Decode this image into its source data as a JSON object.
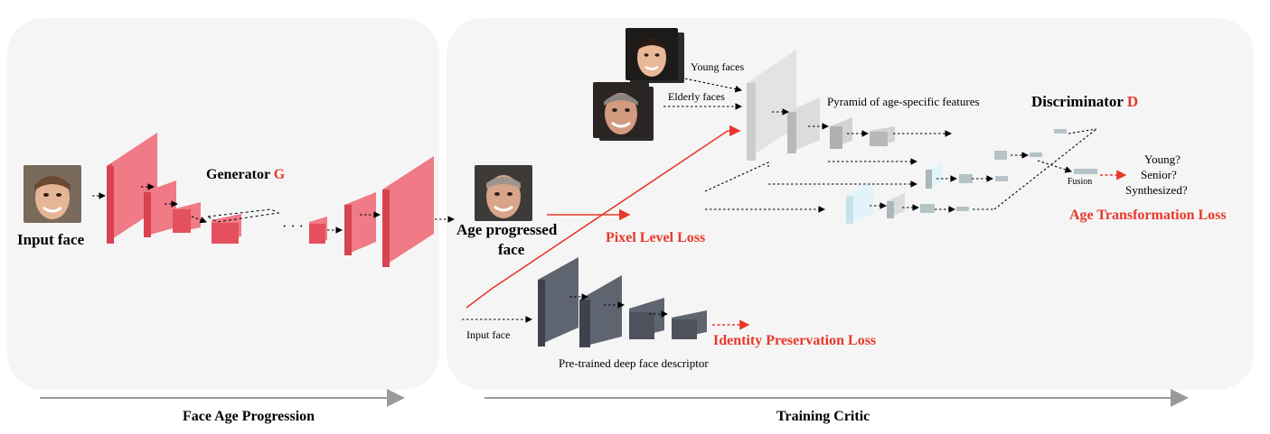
{
  "generator": {
    "label": "Generator",
    "letter": "G"
  },
  "discriminator": {
    "label": "Discriminator",
    "letter": "D"
  },
  "labels": {
    "input_face_main": "Input face",
    "age_progressed_line1": "Age progressed",
    "age_progressed_line2": "face",
    "young_faces": "Young faces",
    "elderly_faces": "Elderly faces",
    "pyramid": "Pyramid of age-specific features",
    "fusion": "Fusion",
    "input_face_small": "Input face",
    "descriptor": "Pre-trained deep face descriptor",
    "ellipsis": "· · ·"
  },
  "questions": [
    "Young?",
    "Senior?",
    "Synthesized?"
  ],
  "losses": {
    "pixel": "Pixel Level Loss",
    "identity": "Identity Preservation Loss",
    "age": "Age Transformation Loss"
  },
  "bottom": {
    "left": "Face Age Progression",
    "right": "Training Critic"
  },
  "colors": {
    "accent_red": "#e8382a",
    "generator_block": "#e5505e",
    "descriptor_block": "#4d525c",
    "discriminator_block": "#cfcfcf",
    "feature_block_light": "#d6eef7",
    "panel_bg": "#f5f5f5"
  }
}
